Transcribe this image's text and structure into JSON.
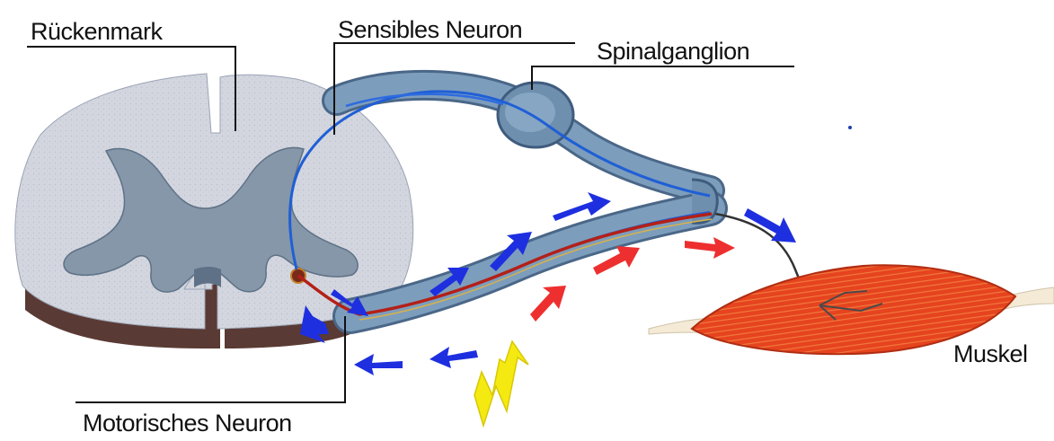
{
  "labels": {
    "spinal_cord": "Rückenmark",
    "sensory_neuron": "Sensibles Neuron",
    "spinal_ganglion": "Spinalganglion",
    "motor_neuron": "Motorisches Neuron",
    "muscle": "Muskel"
  },
  "colors": {
    "cord_fill": "#d2d5dc",
    "gray_matter": "#7f95a6",
    "nerve": "#6f8fae",
    "sensory_path": "#1f5fd6",
    "motor_path": "#d42a1e",
    "afferent_arrows": "#1e2fe0",
    "efferent_arrows": "#ee2f2f",
    "stimulus": "#f4ea12",
    "muscle": "#e8441f"
  },
  "icons": {
    "stimulus": "lightning-bolt-icon"
  }
}
